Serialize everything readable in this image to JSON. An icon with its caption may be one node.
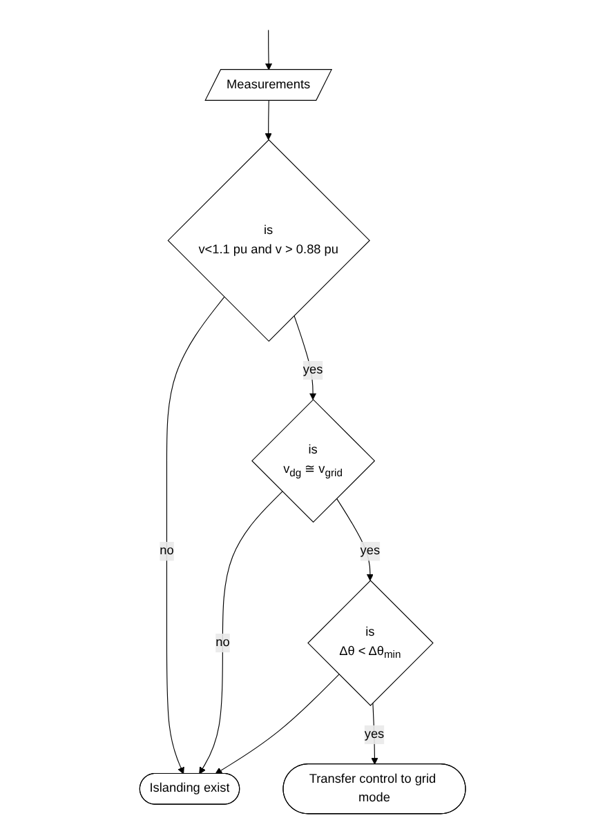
{
  "diagram": {
    "nodes": [
      {
        "text": [
          "Measurements"
        ]
      },
      {
        "text": [
          "is",
          "v<1.1 pu  and v > 0.88 pu"
        ]
      },
      {
        "text": [
          "Islanding exist"
        ]
      },
      {
        "text": [
          "is",
          "v$_{dg}$ ≅ v$_{grid}$"
        ]
      },
      {
        "text": [
          "is",
          "Δθ < Δθ$_{min}$"
        ]
      },
      {
        "text": [
          "Transfer control to grid mode"
        ]
      }
    ],
    "edges": [
      {
        "from": null,
        "to": 0,
        "arrow": "to"
      },
      {
        "from": 0,
        "to": 1,
        "arrow": "to"
      },
      {
        "from": 1,
        "to": 2,
        "arrow": "to",
        "label": "no"
      },
      {
        "from": 1,
        "to": 3,
        "arrow": "to",
        "label": "yes"
      },
      {
        "from": 3,
        "to": 2,
        "arrow": "to",
        "label": "no"
      },
      {
        "from": 3,
        "to": 4,
        "arrow": "to",
        "label": "yes"
      },
      {
        "from": 4,
        "to": 2,
        "arrow": "to"
      },
      {
        "from": 4,
        "to": 5,
        "arrow": "to",
        "label": "yes"
      }
    ]
  }
}
